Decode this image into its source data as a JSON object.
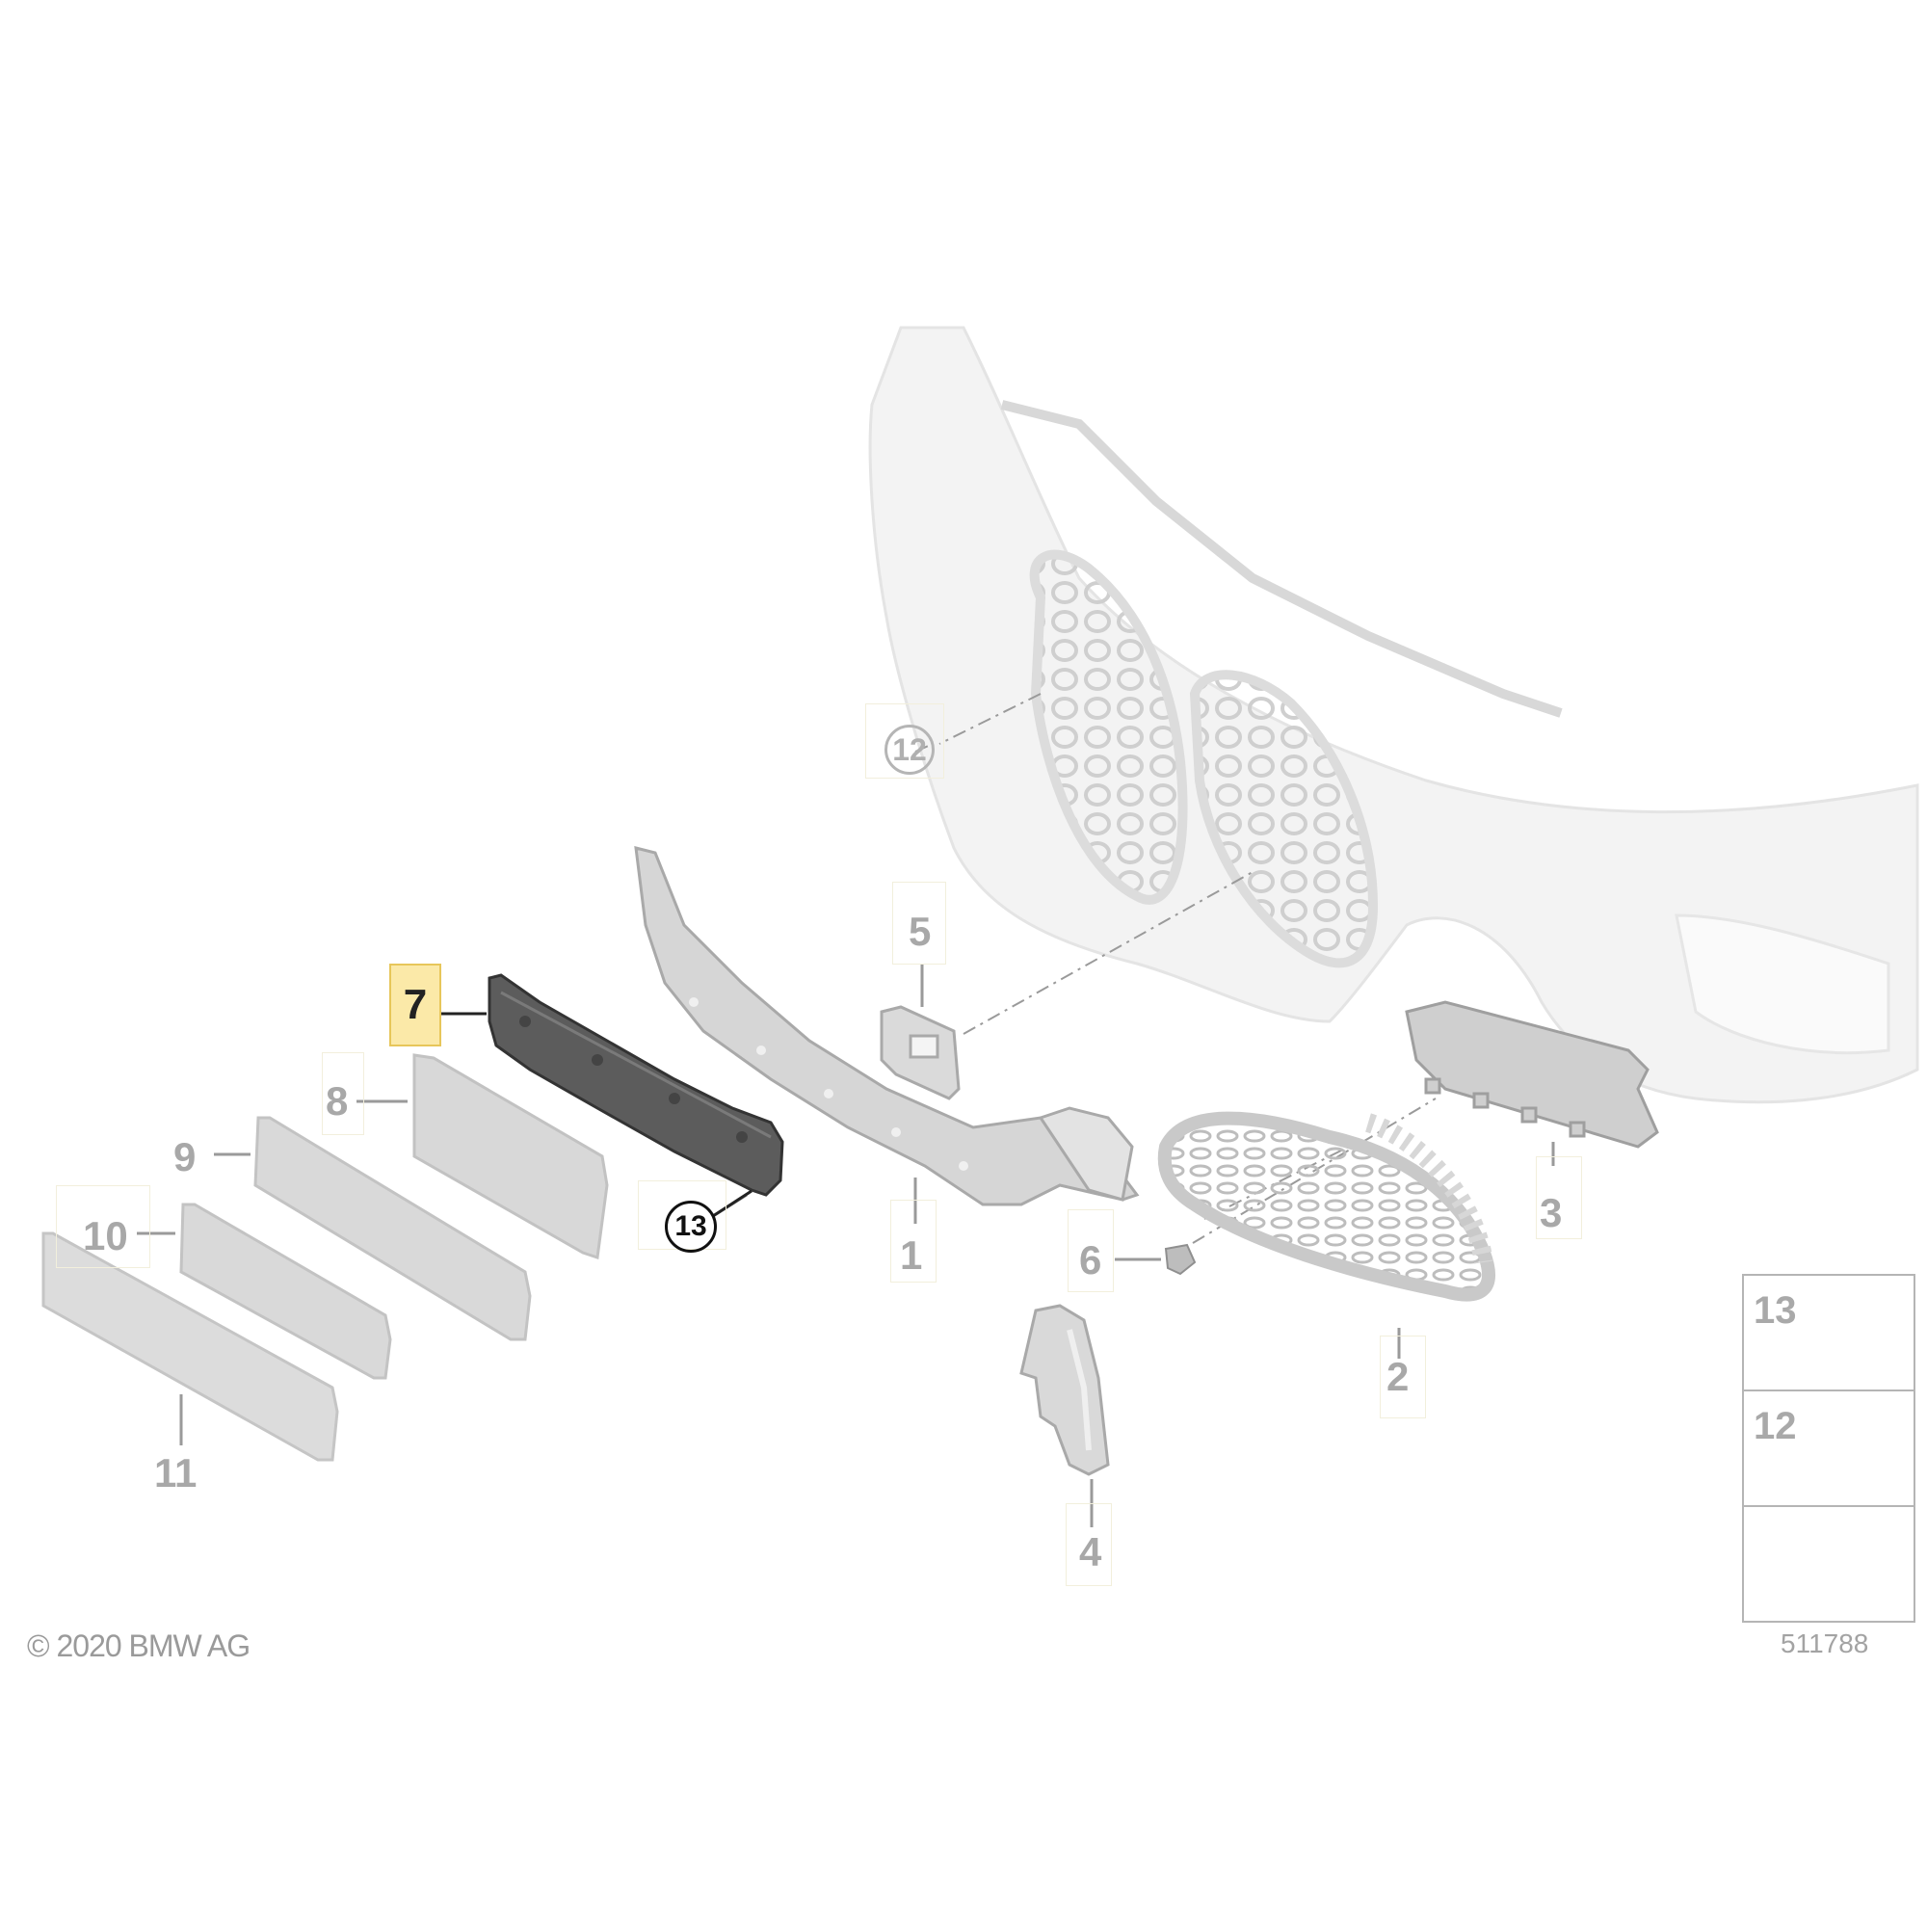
{
  "callouts": {
    "c1": "1",
    "c2": "2",
    "c3": "3",
    "c4": "4",
    "c5": "5",
    "c6": "6",
    "c7": "7",
    "c8": "8",
    "c9": "9",
    "c10": "10",
    "c11": "11",
    "c12": "12",
    "c13": "13"
  },
  "legend": {
    "item1": "13",
    "item2": "12"
  },
  "footer": {
    "copyright": "© 2020 BMW AG",
    "diagram_id": "511788"
  },
  "colors": {
    "highlight_fill": "#fbe9a8",
    "highlight_border": "#e7c65a",
    "part_grey": "#d9d9d9",
    "part_dark": "#5a5a5a",
    "label_grey": "#a8a8a8"
  }
}
